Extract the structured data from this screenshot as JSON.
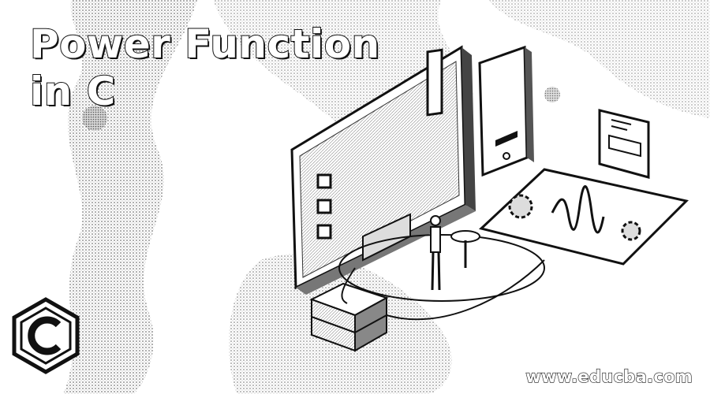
{
  "banner": {
    "title_line1": "Power Function",
    "title_line2": "in C",
    "website": "www.educba.com"
  },
  "logo": {
    "letter": "C"
  },
  "colors": {
    "background": "#ffffff",
    "ink": "#111111"
  }
}
